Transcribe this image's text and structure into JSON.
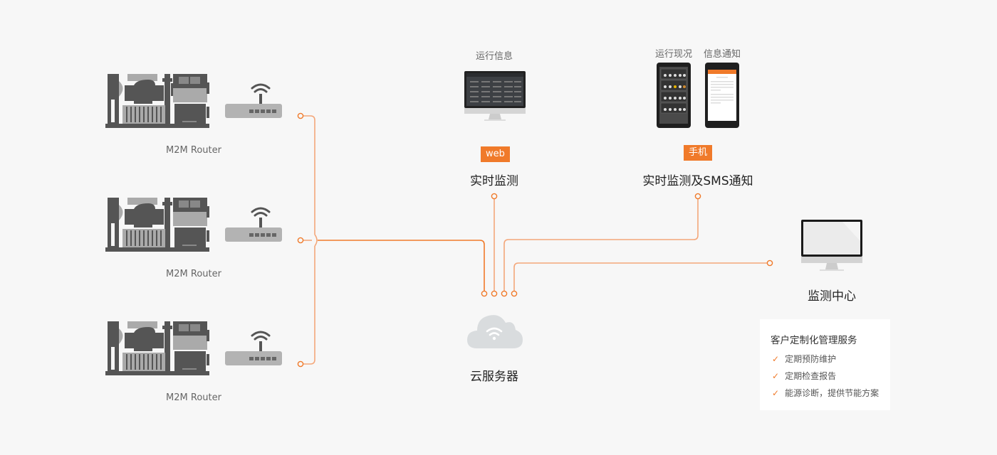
{
  "colors": {
    "accent": "#f07a2a",
    "wire": "#f4a77a",
    "background": "#f7f7f7",
    "device_dark": "#555555",
    "device_light": "#b3b3b3",
    "cloud": "#d9dcde"
  },
  "generators": [
    {
      "label": "M2M Router",
      "icons": [
        "generator-icon",
        "wifi-router-icon"
      ]
    },
    {
      "label": "M2M Router",
      "icons": [
        "generator-icon",
        "wifi-router-icon"
      ]
    },
    {
      "label": "M2M Router",
      "icons": [
        "generator-icon",
        "wifi-router-icon"
      ]
    }
  ],
  "web": {
    "caption": "运行信息",
    "badge": "web",
    "title": "实时监测",
    "icon": "desktop-monitor-icon"
  },
  "mobile": {
    "captions": [
      "运行现况",
      "信息通知"
    ],
    "badge": "手机",
    "title": "实时监测及SMS通知",
    "icons": [
      "phone-status-icon",
      "phone-notification-icon"
    ]
  },
  "cloud": {
    "title": "云服务器",
    "icon": "cloud-wifi-icon"
  },
  "monitor_center": {
    "title": "监测中心",
    "icon": "desktop-monitor-icon"
  },
  "services": {
    "title": "客户定制化管理服务",
    "items": [
      {
        "label": "定期预防维护",
        "icon": "check-icon"
      },
      {
        "label": "定期检查报告",
        "icon": "check-icon"
      },
      {
        "label": "能源诊断，提供节能方案",
        "icon": "check-icon"
      }
    ]
  }
}
